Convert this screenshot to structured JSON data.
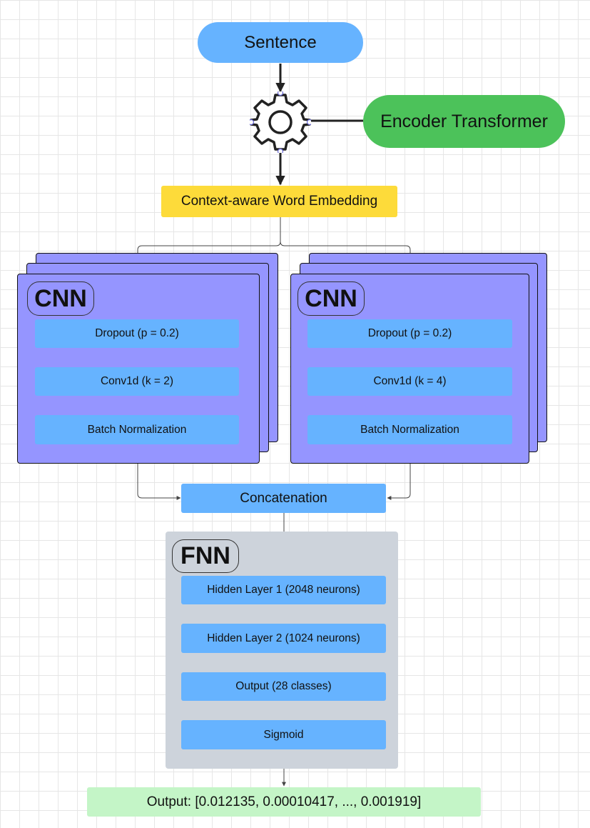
{
  "nodes": {
    "sentence": "Sentence",
    "encoder": "Encoder Transformer",
    "embedding": "Context-aware Word Embedding",
    "concatenation": "Concatenation",
    "output": "Output: [0.012135, 0.00010417, ..., 0.001919]"
  },
  "cnn_left": {
    "title": "CNN",
    "layers": [
      "Dropout (p = 0.2)",
      "Conv1d (k = 2)",
      "Batch Normalization"
    ]
  },
  "cnn_right": {
    "title": "CNN",
    "layers": [
      "Dropout (p = 0.2)",
      "Conv1d (k = 4)",
      "Batch Normalization"
    ]
  },
  "fnn": {
    "title": "FNN",
    "layers": [
      "Hidden Layer 1 (2048 neurons)",
      "Hidden Layer 2 (1024 neurons)",
      "Output (28 classes)",
      "Sigmoid"
    ]
  },
  "icons": {
    "transformer": "gear-icon"
  },
  "colors": {
    "sentence": "#66b3ff",
    "encoder": "#4cc25a",
    "embedding": "#fddb3a",
    "cnn": "#9595ff",
    "layer": "#66b3ff",
    "fnn_panel": "#cdd3db",
    "output": "#c4f5c7"
  }
}
